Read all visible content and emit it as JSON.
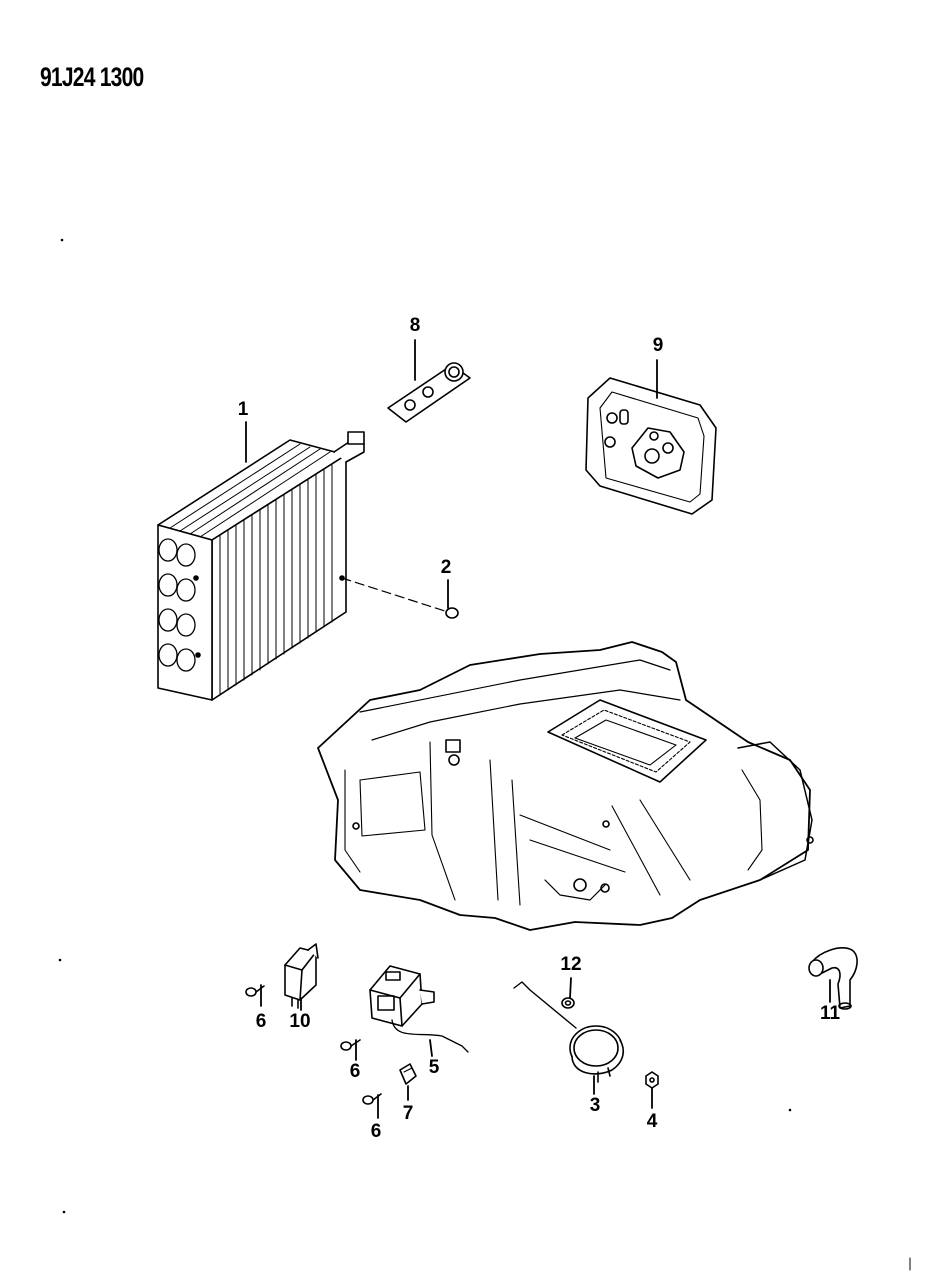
{
  "diagram": {
    "id": "91J24 1300",
    "callouts": [
      {
        "name": "callout-1",
        "text": "1"
      },
      {
        "name": "callout-2",
        "text": "2"
      },
      {
        "name": "callout-3",
        "text": "3"
      },
      {
        "name": "callout-4",
        "text": "4"
      },
      {
        "name": "callout-5",
        "text": "5"
      },
      {
        "name": "callout-6a",
        "text": "6"
      },
      {
        "name": "callout-6b",
        "text": "6"
      },
      {
        "name": "callout-6c",
        "text": "6"
      },
      {
        "name": "callout-7",
        "text": "7"
      },
      {
        "name": "callout-8",
        "text": "8"
      },
      {
        "name": "callout-9",
        "text": "9"
      },
      {
        "name": "callout-10",
        "text": "10"
      },
      {
        "name": "callout-11",
        "text": "11"
      },
      {
        "name": "callout-12",
        "text": "12"
      }
    ]
  }
}
